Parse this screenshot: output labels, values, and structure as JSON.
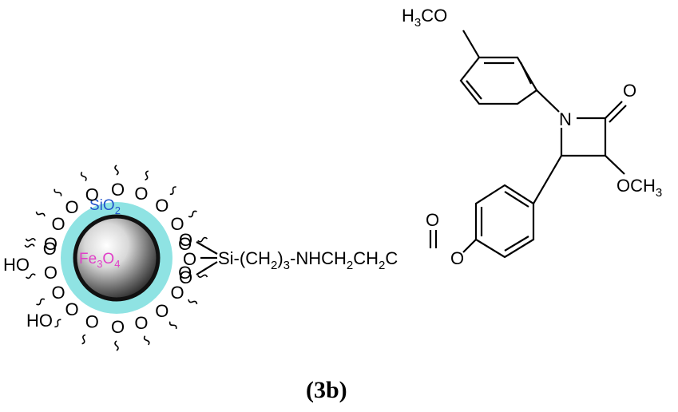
{
  "core": {
    "shell_label": "SiO",
    "shell_sub": "2",
    "core_label_1": "Fe",
    "core_sub_1": "3",
    "core_label_2": "O",
    "core_sub_2": "4",
    "shell_color": "#8fe3e3",
    "shell_text_color": "#2255cc",
    "core_text_color": "#e040c8",
    "surface_o": "O",
    "surface_oh": "HO"
  },
  "linker": {
    "si": "Si-(CH",
    "sub2": "2",
    "paren3": ")",
    "sub3": "3",
    "chain": "-NHCH",
    "sub_a": "2",
    "ch": "CH",
    "sub_b": "2",
    "c": "C",
    "ester_o": "O",
    "carbonyl_o": "O"
  },
  "molecule": {
    "methoxy_top_h": "H",
    "methoxy_top_sub": "3",
    "methoxy_top_rest": "CO",
    "n": "N",
    "lactam_o": "O",
    "methoxy_right": "OCH",
    "methoxy_right_sub": "3"
  },
  "caption": "(3b)"
}
